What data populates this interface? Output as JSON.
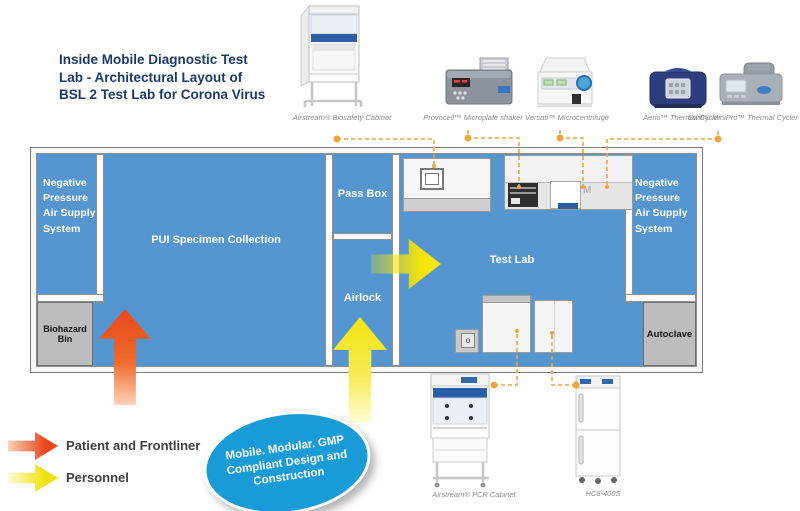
{
  "title": "Inside Mobile Diagnostic Test\nLab - Architectural Layout of\nBSL 2 Test Lab for Corona Virus",
  "equipment_top": [
    {
      "label": "Airstream® Biosafety Cabinet"
    },
    {
      "label": "Provocell™ Microplate shaker"
    },
    {
      "label": "Versati™ Microcentrifuge"
    },
    {
      "label": "Aeris™ Thermal Cycler"
    },
    {
      "label": "Swift® MiniPro™ Thermal Cycler"
    }
  ],
  "equipment_bottom": [
    {
      "label": "Airstream® PCR Cabinet"
    },
    {
      "label": "HC8-400S"
    }
  ],
  "plan": {
    "rooms": {
      "napss_left": "Negative\nPressure\nAir Supply\nSystem",
      "pui": "PUI Specimen Collection",
      "pass_box": "Pass Box",
      "airlock": "Airlock",
      "test_lab": "Test Lab",
      "napss_right": "Negative\nPressure\nAir Supply\nSystem",
      "biohazard_bin": "Biohazard\nBin",
      "autoclave": "Autoclave"
    },
    "bench_marker": "M"
  },
  "legend": {
    "items": [
      {
        "label": "Patient and Frontliner",
        "color": "#e8481c"
      },
      {
        "label": "Personnel",
        "color": "#f2e40e"
      }
    ]
  },
  "badge": {
    "text": "Mobile. Modular. GMP\nCompliant Design and\nConstruction",
    "color": "#199bd7"
  },
  "colors": {
    "room_blue": "#5596d0",
    "title_navy": "#1d3a6d",
    "connector_orange": "#eca63c",
    "patient_arrow": "#e8481c",
    "personnel_arrow": "#f2e40e"
  }
}
